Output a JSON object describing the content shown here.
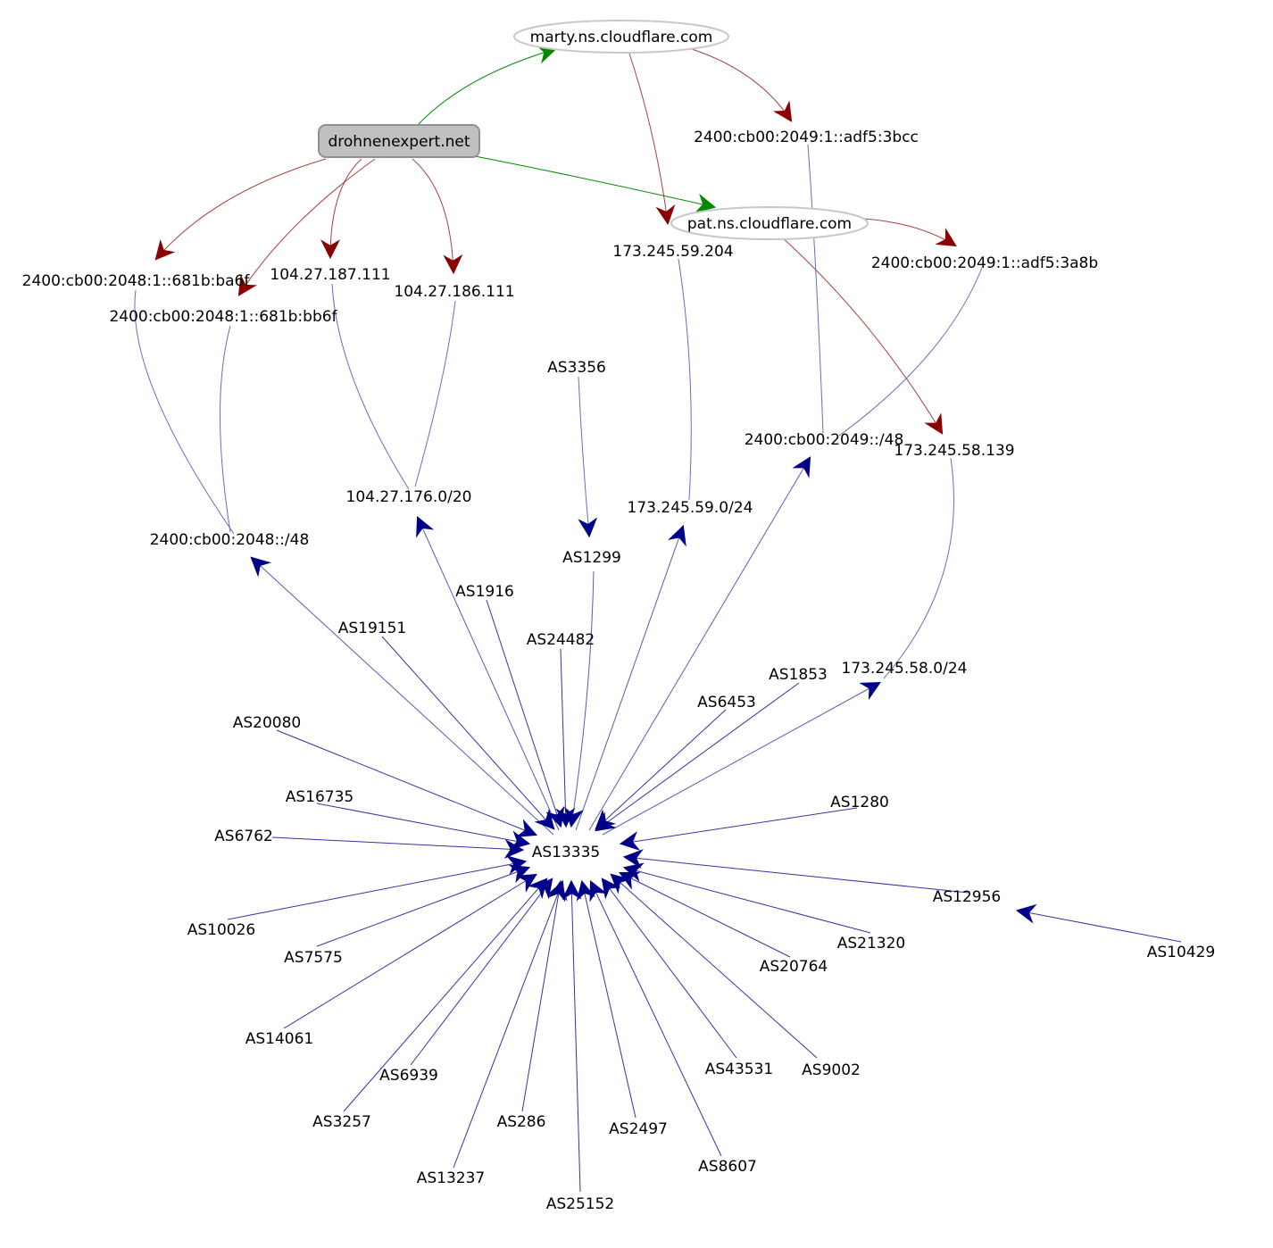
{
  "colors": {
    "ns_edge": "#008800",
    "resolve_edge": "#8b0000",
    "route_edge": "#00008b",
    "route_edge_faint": "#6b6bbf",
    "ellipse_stroke": "#c8c8c8",
    "domain_fill": "#c0c0c0",
    "domain_stroke": "#909090"
  },
  "nodes": {
    "domain": "drohnenexpert.net",
    "ns_marty": "marty.ns.cloudflare.com",
    "ns_pat": "pat.ns.cloudflare.com",
    "ip6_bcc": "2400:cb00:2049:1::adf5:3bcc",
    "ip6_a8b": "2400:cb00:2049:1::adf5:3a8b",
    "ip_59_204": "173.245.59.204",
    "ip_58_139": "173.245.58.139",
    "ip6_ba6f": "2400:cb00:2048:1::681b:ba6f",
    "ip6_bb6f": "2400:cb00:2048:1::681b:bb6f",
    "ip_187": "104.27.187.111",
    "ip_186": "104.27.186.111",
    "pfx_2049": "2400:cb00:2049::/48",
    "pfx_2048": "2400:cb00:2048::/48",
    "pfx_104": "104.27.176.0/20",
    "pfx_59": "173.245.59.0/24",
    "pfx_58": "173.245.58.0/24",
    "as3356": "AS3356",
    "as1299": "AS1299",
    "as1916": "AS1916",
    "as24482": "AS24482",
    "as19151": "AS19151",
    "as1853": "AS1853",
    "as6453": "AS6453",
    "as20080": "AS20080",
    "as16735": "AS16735",
    "as6762": "AS6762",
    "as13335": "AS13335",
    "as1280": "AS1280",
    "as12956": "AS12956",
    "as10429": "AS10429",
    "as10026": "AS10026",
    "as7575": "AS7575",
    "as21320": "AS21320",
    "as20764": "AS20764",
    "as14061": "AS14061",
    "as6939": "AS6939",
    "as43531": "AS43531",
    "as9002": "AS9002",
    "as3257": "AS3257",
    "as286": "AS286",
    "as2497": "AS2497",
    "as8607": "AS8607",
    "as13237": "AS13237",
    "as25152": "AS25152"
  }
}
